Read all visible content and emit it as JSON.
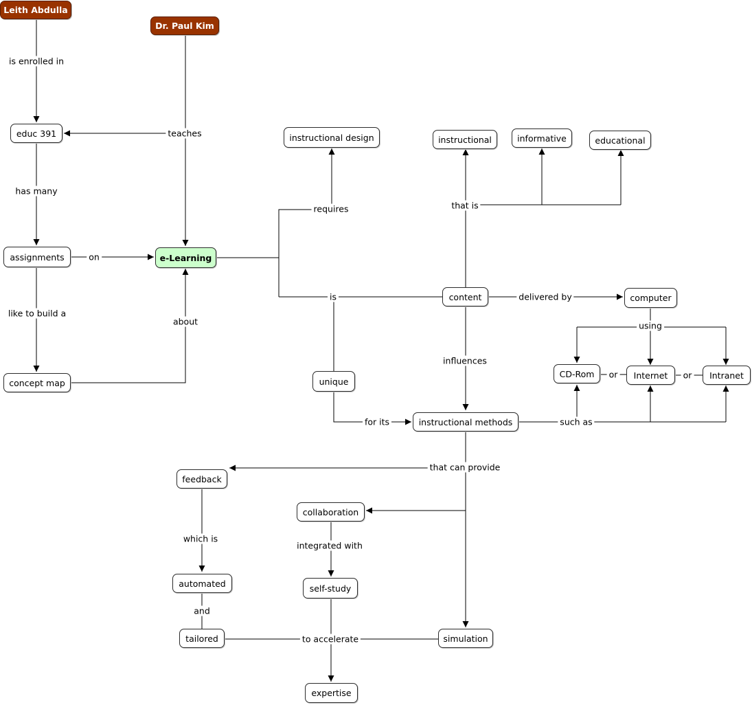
{
  "nodes": {
    "leith": "Leith Abdulla",
    "paul": "Dr. Paul Kim",
    "educ391": "educ 391",
    "assignments": "assignments",
    "concept_map": "concept map",
    "elearning": "e-Learning",
    "instructional_design": "instructional design",
    "instructional": "instructional",
    "informative": "informative",
    "educational": "educational",
    "content": "content",
    "computer": "computer",
    "cdrom": "CD-Rom",
    "internet": "Internet",
    "intranet": "Intranet",
    "unique": "unique",
    "instructional_methods": "instructional methods",
    "feedback": "feedback",
    "collaboration": "collaboration",
    "automated": "automated",
    "self_study": "self-study",
    "tailored": "tailored",
    "simulation": "simulation",
    "expertise": "expertise"
  },
  "links": {
    "is_enrolled_in": "is enrolled in",
    "teaches": "teaches",
    "has_many": "has many",
    "on": "on",
    "like_to_build_a": "like to build a",
    "about": "about",
    "requires": "requires",
    "is": "is",
    "that_is": "that is",
    "delivered_by": "delivered by",
    "using": "using",
    "influences": "influences",
    "or_1": "or",
    "or_2": "or",
    "for_its": "for its",
    "such_as": "such as",
    "that_can_provide": "that can provide",
    "which_is": "which is",
    "integrated_with": "integrated with",
    "and": "and",
    "to_accelerate": "to accelerate"
  },
  "colors": {
    "person_fill": "#993300",
    "main_fill": "#ccffcc",
    "node_fill": "#ffffff",
    "line": "#000000"
  }
}
